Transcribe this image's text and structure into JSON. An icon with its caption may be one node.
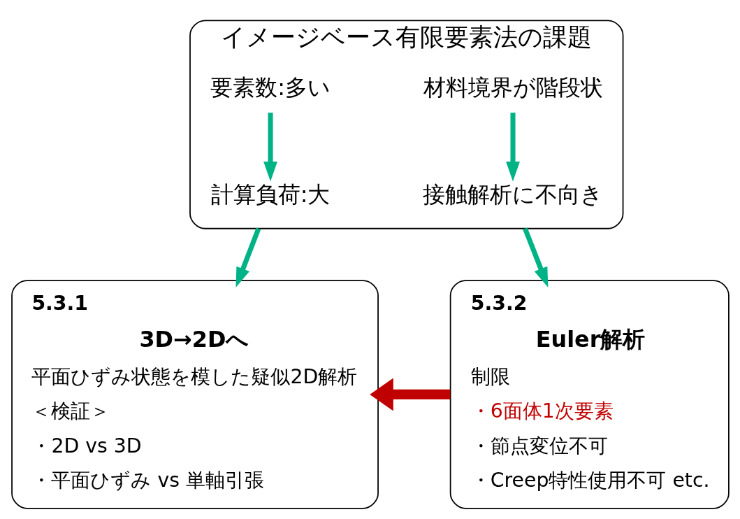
{
  "diagram": {
    "nodes": [
      {
        "text": [
          "イメージベース有限要素法の課題"
        ]
      },
      {
        "text": [
          "要素数:多い"
        ],
        "in": 0
      },
      {
        "text": [
          "計算負荷:大"
        ],
        "in": 0
      },
      {
        "text": [
          "材料境界が階段状"
        ],
        "in": 0
      },
      {
        "text": [
          "接触解析に不向き"
        ],
        "in": 0
      },
      {
        "text": [
          "5.3.1",
          "3D→2Dへ",
          "平面ひずみ状態を模した疑似2D解析",
          "＜検証＞",
          "・2D vs 3D",
          "・平面ひずみ vs 単軸引張"
        ]
      },
      {
        "text": [
          "5.3.2",
          "Euler解析",
          "制限",
          "・6面体1次要素",
          "・節点変位不可",
          "・Creep特性使用不可 etc."
        ]
      }
    ],
    "edges": [
      {
        "from": 1,
        "to": 2,
        "arrow": "to"
      },
      {
        "from": 3,
        "to": 4,
        "arrow": "to"
      },
      {
        "from": 0,
        "to": 5,
        "arrow": "to"
      },
      {
        "from": 0,
        "to": 6,
        "arrow": "to"
      },
      {
        "from": 6,
        "to": 5,
        "arrow": "to",
        "style": "thick",
        "color": "#c00000"
      }
    ]
  }
}
